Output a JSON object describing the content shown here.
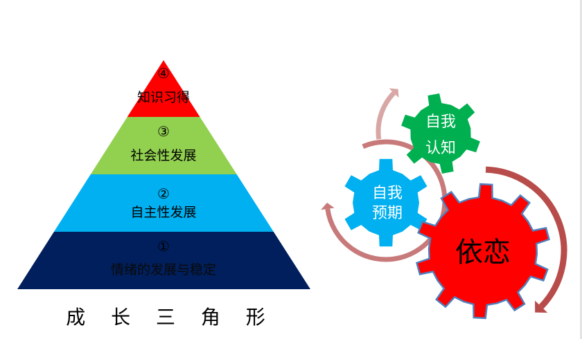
{
  "pyramid": {
    "title": "成 长 三 角 形",
    "levels": [
      {
        "number": "①",
        "label": "情绪的发展与稳定",
        "color": "#001f5c"
      },
      {
        "number": "②",
        "label": "自主性发展",
        "color": "#00b0f0"
      },
      {
        "number": "③",
        "label": "社会性发展",
        "color": "#92d050"
      },
      {
        "number": "④",
        "label": "知识习得",
        "color": "#ff0000"
      }
    ]
  },
  "gears": {
    "self_cognition": {
      "line1": "自我",
      "line2": "认知",
      "color": "#00b050"
    },
    "self_expectation": {
      "line1": "自我",
      "line2": "预期",
      "color": "#00b0f0"
    },
    "attachment": {
      "label": "依恋",
      "color": "#ff0000"
    }
  },
  "arrows": {
    "dark": "#b84c4a",
    "mid": "#c87a7a",
    "light": "#d9a6a6"
  }
}
